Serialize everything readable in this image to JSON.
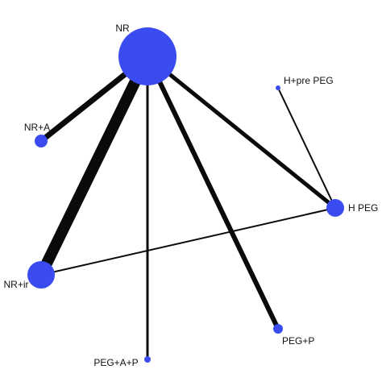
{
  "diagram": {
    "type": "network",
    "nodes": [
      {
        "id": "NR",
        "label": "NR",
        "size": 36
      },
      {
        "id": "NR_A",
        "label": "NR+A",
        "size": 8
      },
      {
        "id": "NR_ir",
        "label": "NR+ir",
        "size": 17
      },
      {
        "id": "H_pre_PEG",
        "label": "H+pre PEG",
        "size": 3
      },
      {
        "id": "H_PEG",
        "label": "H PEG",
        "size": 11
      },
      {
        "id": "PEG_P",
        "label": "PEG+P",
        "size": 6
      },
      {
        "id": "PEG_A_P",
        "label": "PEG+A+P",
        "size": 4
      }
    ],
    "edges": [
      {
        "from": "NR",
        "to": "NR_A",
        "weight": 7
      },
      {
        "from": "NR",
        "to": "NR_ir",
        "weight": 14
      },
      {
        "from": "NR",
        "to": "PEG_A_P",
        "weight": 3
      },
      {
        "from": "NR",
        "to": "PEG_P",
        "weight": 6
      },
      {
        "from": "NR",
        "to": "H_PEG",
        "weight": 5
      },
      {
        "from": "NR_ir",
        "to": "H_PEG",
        "weight": 2
      },
      {
        "from": "H_pre_PEG",
        "to": "H_PEG",
        "weight": 2
      }
    ],
    "colors": {
      "node": "#3a4cf0",
      "edge": "#0a0a0a",
      "label": "#111111"
    }
  }
}
